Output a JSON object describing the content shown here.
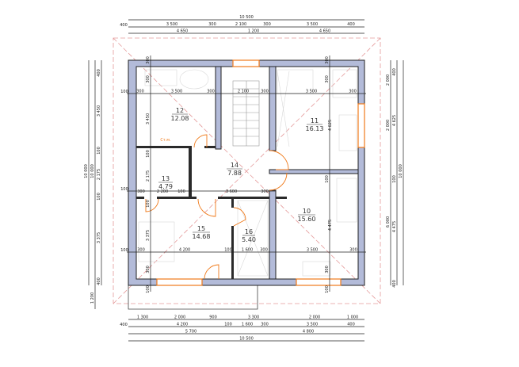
{
  "plan": {
    "rooms": [
      {
        "number": "12",
        "area": "12.08"
      },
      {
        "number": "11",
        "area": "16.13"
      },
      {
        "number": "13",
        "area": "4.79"
      },
      {
        "number": "14",
        "area": "7.88"
      },
      {
        "number": "15",
        "area": "14.68"
      },
      {
        "number": "16",
        "area": "5.40"
      },
      {
        "number": "10",
        "area": "15.60"
      }
    ],
    "closet_label": "Ст.м.",
    "colors": {
      "wall": "#b3bbd9",
      "window": "#f07a1a",
      "roof": "#e59a9a"
    }
  },
  "dims": {
    "top": {
      "row1": [
        "10 500"
      ],
      "row2": [
        "400",
        "3 500",
        "300",
        "2 100",
        "300",
        "3 500",
        "400"
      ],
      "row3": [
        "4 650",
        "1 200",
        "4 650"
      ]
    },
    "bottom": {
      "row1": [
        "1 300",
        "2 000",
        "900",
        "3 300",
        "2 000",
        "1 000"
      ],
      "row2": [
        "400",
        "4 200",
        "100",
        "1 600",
        "300",
        "3 500",
        "400"
      ],
      "row3": [
        "5 700",
        "4 800"
      ],
      "row4": [
        "10 500"
      ]
    },
    "left": {
      "total_outer": "10 000",
      "total_inner": "10 000",
      "segments": [
        "400",
        "3 450",
        "100",
        "2 175",
        "100",
        "3 375",
        "400"
      ],
      "porch": "1 200"
    },
    "right": {
      "outer": [
        "2 000",
        "2 000",
        "6 000"
      ],
      "segments": [
        "400",
        "4 625",
        "100",
        "4 475",
        "400"
      ],
      "total": "10 000"
    },
    "interior": {
      "row_a": [
        "300",
        "3 500",
        "300",
        "2 100",
        "300",
        "3 500",
        "300"
      ],
      "row_b": [
        "300",
        "2 200",
        "100",
        "3 600",
        "300"
      ],
      "row_c": [
        "300",
        "4 200",
        "100",
        "1 600",
        "300",
        "3 500",
        "300"
      ],
      "edge_100": "100",
      "col_left": [
        "300",
        "300",
        "3 450",
        "100",
        "2 175",
        "100",
        "3 375",
        "300",
        "100"
      ],
      "col_right": [
        "300",
        "300",
        "4 625",
        "100",
        "4 475",
        "300",
        "100"
      ]
    }
  }
}
